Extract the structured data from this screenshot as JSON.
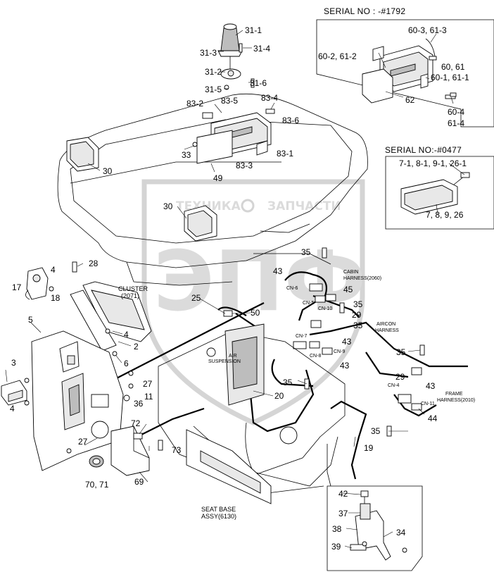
{
  "watermark": {
    "line1": "ТЕХНИКА",
    "line2": "ЗАПЧАСТИ",
    "monogram": "ЭПФ"
  },
  "serials": {
    "top": "SERIAL NO : -#1792",
    "mid": "SERIAL NO:-#0477"
  },
  "harness_labels": {
    "cabin1": "CABIN",
    "cabin2": "HARNESS(2060)",
    "aircon1": "AIRCON",
    "aircon2": "HARNESS",
    "frame1": "FRAME",
    "frame2": "HARNESS(2010)",
    "cluster1": "CLUSTER",
    "cluster2": "(2071)",
    "air1": "AIR",
    "air2": "SUSPENSION",
    "seat1": "SEAT BASE",
    "seat2": "ASSY(6130)"
  },
  "connectors": [
    "CN-6",
    "CN-5",
    "CN-10",
    "CN-7",
    "CN-8",
    "CN-9",
    "CN-4",
    "CN-11"
  ],
  "callouts": {
    "c31_1": "31-1",
    "c31_3": "31-3",
    "c31_4": "31-4",
    "c31_2": "31-2",
    "c31_5": "31-5",
    "c31_6": "31-6",
    "c83_4": "83-4",
    "c83_2": "83-2",
    "c83_5": "83-5",
    "c83_6": "83-6",
    "c83_1": "83-1",
    "c83_3": "83-3",
    "c33": "33",
    "c49": "49",
    "c30a": "30",
    "c30b": "30",
    "c60_3": "60-3, 61-3",
    "c60_2": "60-2, 61-2",
    "c60": "60, 61",
    "c60_1": "60-1, 61-1",
    "c62": "62",
    "c60_4": "60-4",
    "c61_4": "61-4",
    "c7_1": "7-1, 8-1, 9-1, 26-1",
    "c7": "7, 8, 9, 26",
    "c28": "28",
    "c17": "17",
    "c18": "18",
    "c5": "5",
    "c4a": "4",
    "c4b": "4",
    "c4c": "4",
    "c2": "2",
    "c6": "6",
    "c3": "3",
    "c27a": "27",
    "c27b": "27",
    "c36": "36",
    "c11": "11",
    "c25": "25",
    "c50": "50",
    "c72": "72",
    "c73": "73",
    "c69": "69",
    "c70": "70, 71",
    "c35a": "35",
    "c35b": "35",
    "c35c": "35",
    "c35d": "35",
    "c35e": "35",
    "c43a": "43",
    "c43b": "43",
    "c43c": "43",
    "c43d": "43",
    "c45": "45",
    "c29a": "29",
    "c29b": "29",
    "c20": "20",
    "c44": "44",
    "c19": "19",
    "c42": "42",
    "c37": "37",
    "c38": "38",
    "c34": "34",
    "c39": "39"
  }
}
